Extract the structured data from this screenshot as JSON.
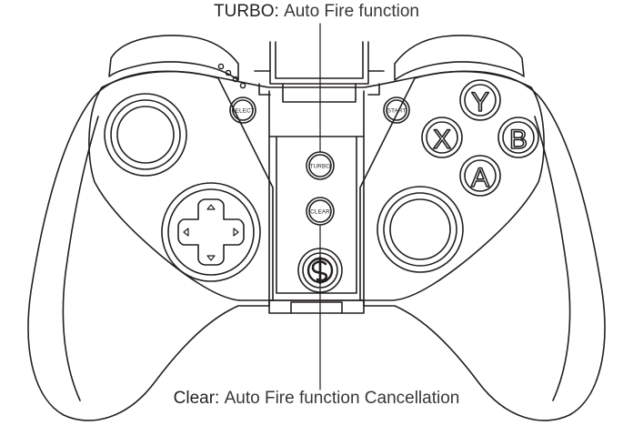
{
  "annotations": {
    "turbo": {
      "term": "TURBO:",
      "description": "Auto Fire function"
    },
    "clear": {
      "term": "Clear:",
      "description": "Auto Fire function Cancellation"
    }
  },
  "buttons": {
    "select": "SELECT",
    "start": "START",
    "turbo": "TURBO",
    "clear": "CLEAR",
    "y": "Y",
    "x": "X",
    "b": "B",
    "a": "A"
  },
  "colors": {
    "line": "#231f20",
    "background": "#ffffff"
  }
}
